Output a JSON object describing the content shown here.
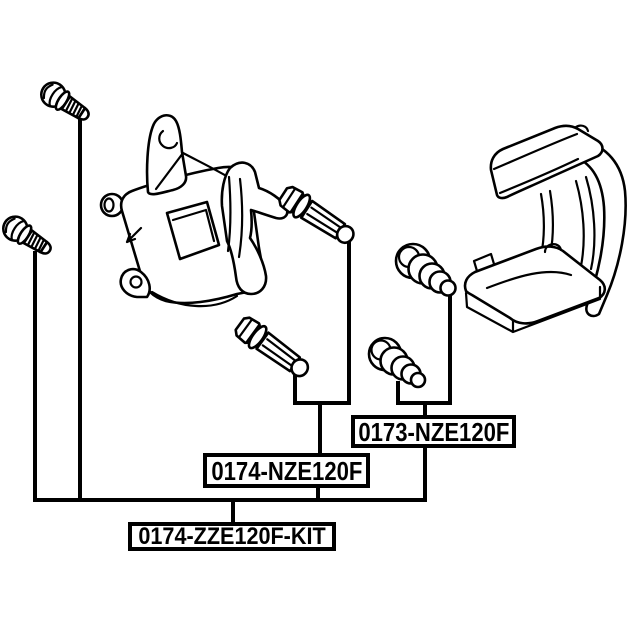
{
  "colors": {
    "background": "#ffffff",
    "line": "#000000",
    "label_border": "#000000",
    "label_text": "#000000"
  },
  "labels": {
    "boot_kit": {
      "text": "0173-NZE120F"
    },
    "pin_kit": {
      "text": "0174-NZE120F"
    },
    "full_kit": {
      "text": "0174-ZZE120F-KIT"
    }
  },
  "parts": [
    {
      "name": "mounting-bolt-upper"
    },
    {
      "name": "mounting-bolt-lower"
    },
    {
      "name": "brake-caliper"
    },
    {
      "name": "guide-pin-upper"
    },
    {
      "name": "guide-pin-lower"
    },
    {
      "name": "guide-pin-boot-upper"
    },
    {
      "name": "guide-pin-boot-lower"
    },
    {
      "name": "caliper-mounting-bracket"
    }
  ]
}
